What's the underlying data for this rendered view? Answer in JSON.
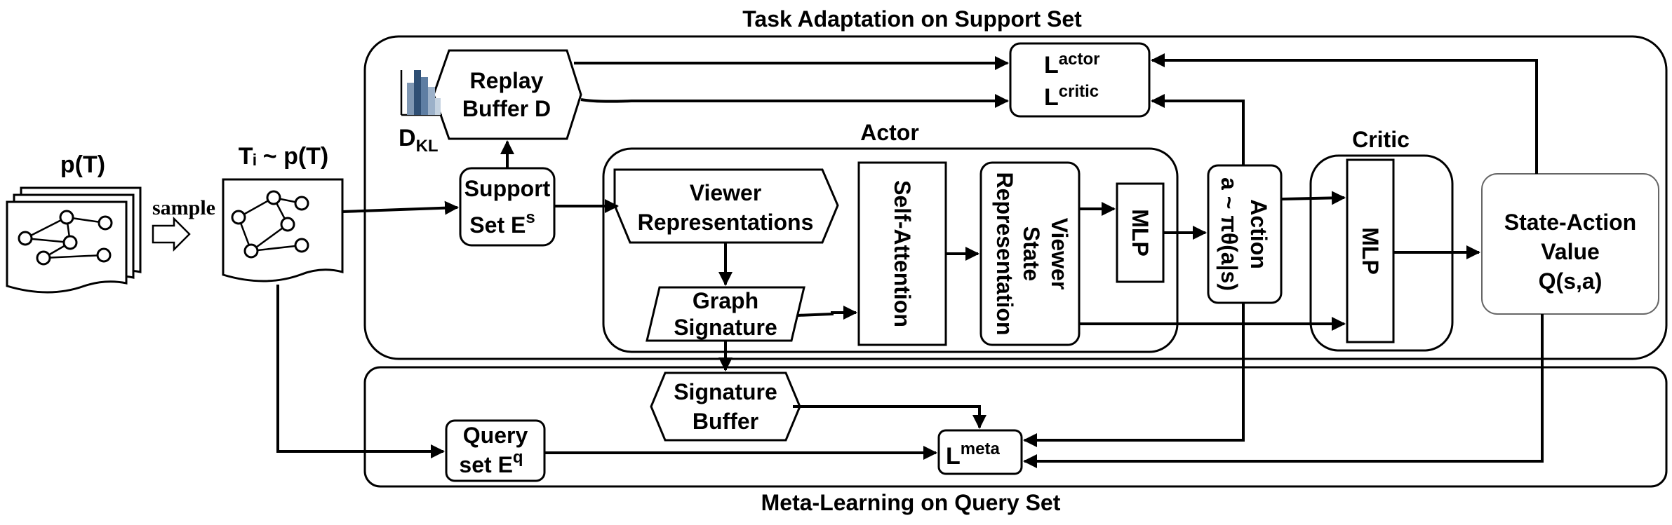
{
  "regions": {
    "support_title": "Task Adaptation on Support Set",
    "query_title": "Meta-Learning on Query Set"
  },
  "tasks": {
    "distribution_label_main": "p(T)",
    "sampled_label": "Tᵢ ~ p(T)",
    "sample_label": "sample"
  },
  "replay": {
    "line1": "Replay",
    "line2": "Buffer D",
    "dkl_base": "D",
    "dkl_sub": "KL"
  },
  "support": {
    "line1": "Support",
    "line2_base": "Set E",
    "line2_sup": "s"
  },
  "query": {
    "line1": "Query",
    "line2_base": "set E",
    "line2_sup": "q"
  },
  "losses": {
    "actor_base": "L",
    "actor_sup": "actor",
    "critic_base": "L",
    "critic_sup": "critic",
    "meta_base": "L",
    "meta_sup": "meta"
  },
  "actor": {
    "title": "Actor",
    "viewer_rep_line1": "Viewer",
    "viewer_rep_line2": "Representations",
    "graph_sig_line1": "Graph",
    "graph_sig_line2": "Signature",
    "self_attention": "Self-Attention",
    "viewer_state_line1": "Viewer",
    "viewer_state_line2": "State",
    "viewer_state_line3": "Representation",
    "mlp": "MLP"
  },
  "action": {
    "line1": "Action",
    "line2": "a ~ πθ(a|s)"
  },
  "critic": {
    "title": "Critic",
    "mlp": "MLP"
  },
  "value": {
    "line1": "State-Action",
    "line2": "Value",
    "line3": "Q(s,a)"
  },
  "signature_buffer": {
    "line1": "Signature",
    "line2": "Buffer"
  }
}
